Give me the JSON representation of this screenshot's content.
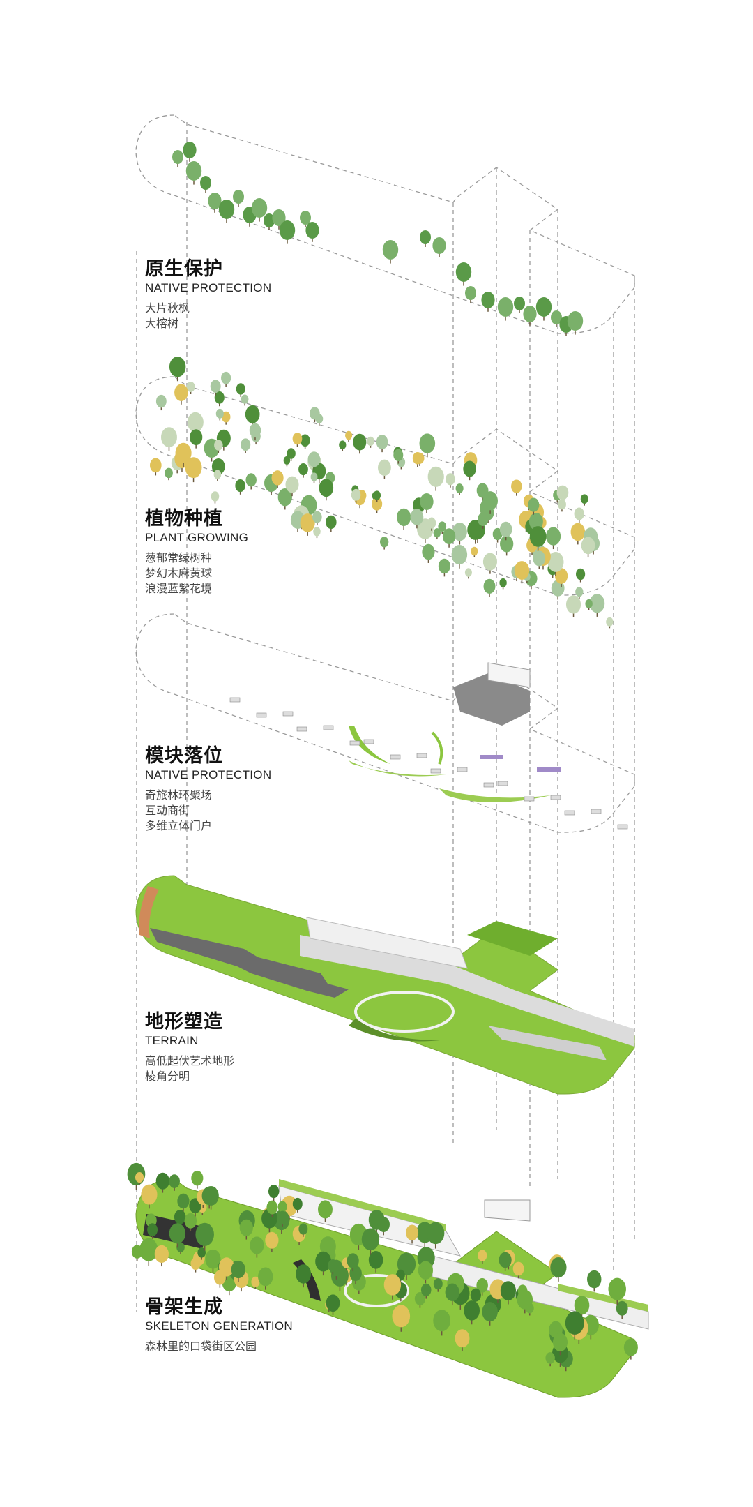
{
  "layers": [
    {
      "title_zh": "原生保护",
      "title_en": "NATIVE PROTECTION",
      "desc": [
        "大片秋枫",
        "大榕树"
      ]
    },
    {
      "title_zh": "植物种植",
      "title_en": "PLANT GROWING",
      "desc": [
        "葱郁常绿树种",
        "梦幻木麻黄球",
        "浪漫蓝紫花境"
      ]
    },
    {
      "title_zh": "模块落位",
      "title_en": "NATIVE PROTECTION",
      "desc": [
        "奇旅林环聚场",
        "互动商街",
        "多维立体门户"
      ]
    },
    {
      "title_zh": "地形塑造",
      "title_en": "TERRAIN",
      "desc": [
        "高低起伏艺术地形",
        "棱角分明"
      ]
    },
    {
      "title_zh": "骨架生成",
      "title_en": "SKELETON GENERATION",
      "desc": [
        "森林里的口袋街区公园"
      ]
    }
  ],
  "colors": {
    "lawn": "#8cc63f",
    "lawn_dark": "#6fae2e",
    "tree": "#4f8f3a",
    "tree_light": "#a8c8a0",
    "building": "#eeeeee",
    "dash": "#9a9a9a"
  }
}
